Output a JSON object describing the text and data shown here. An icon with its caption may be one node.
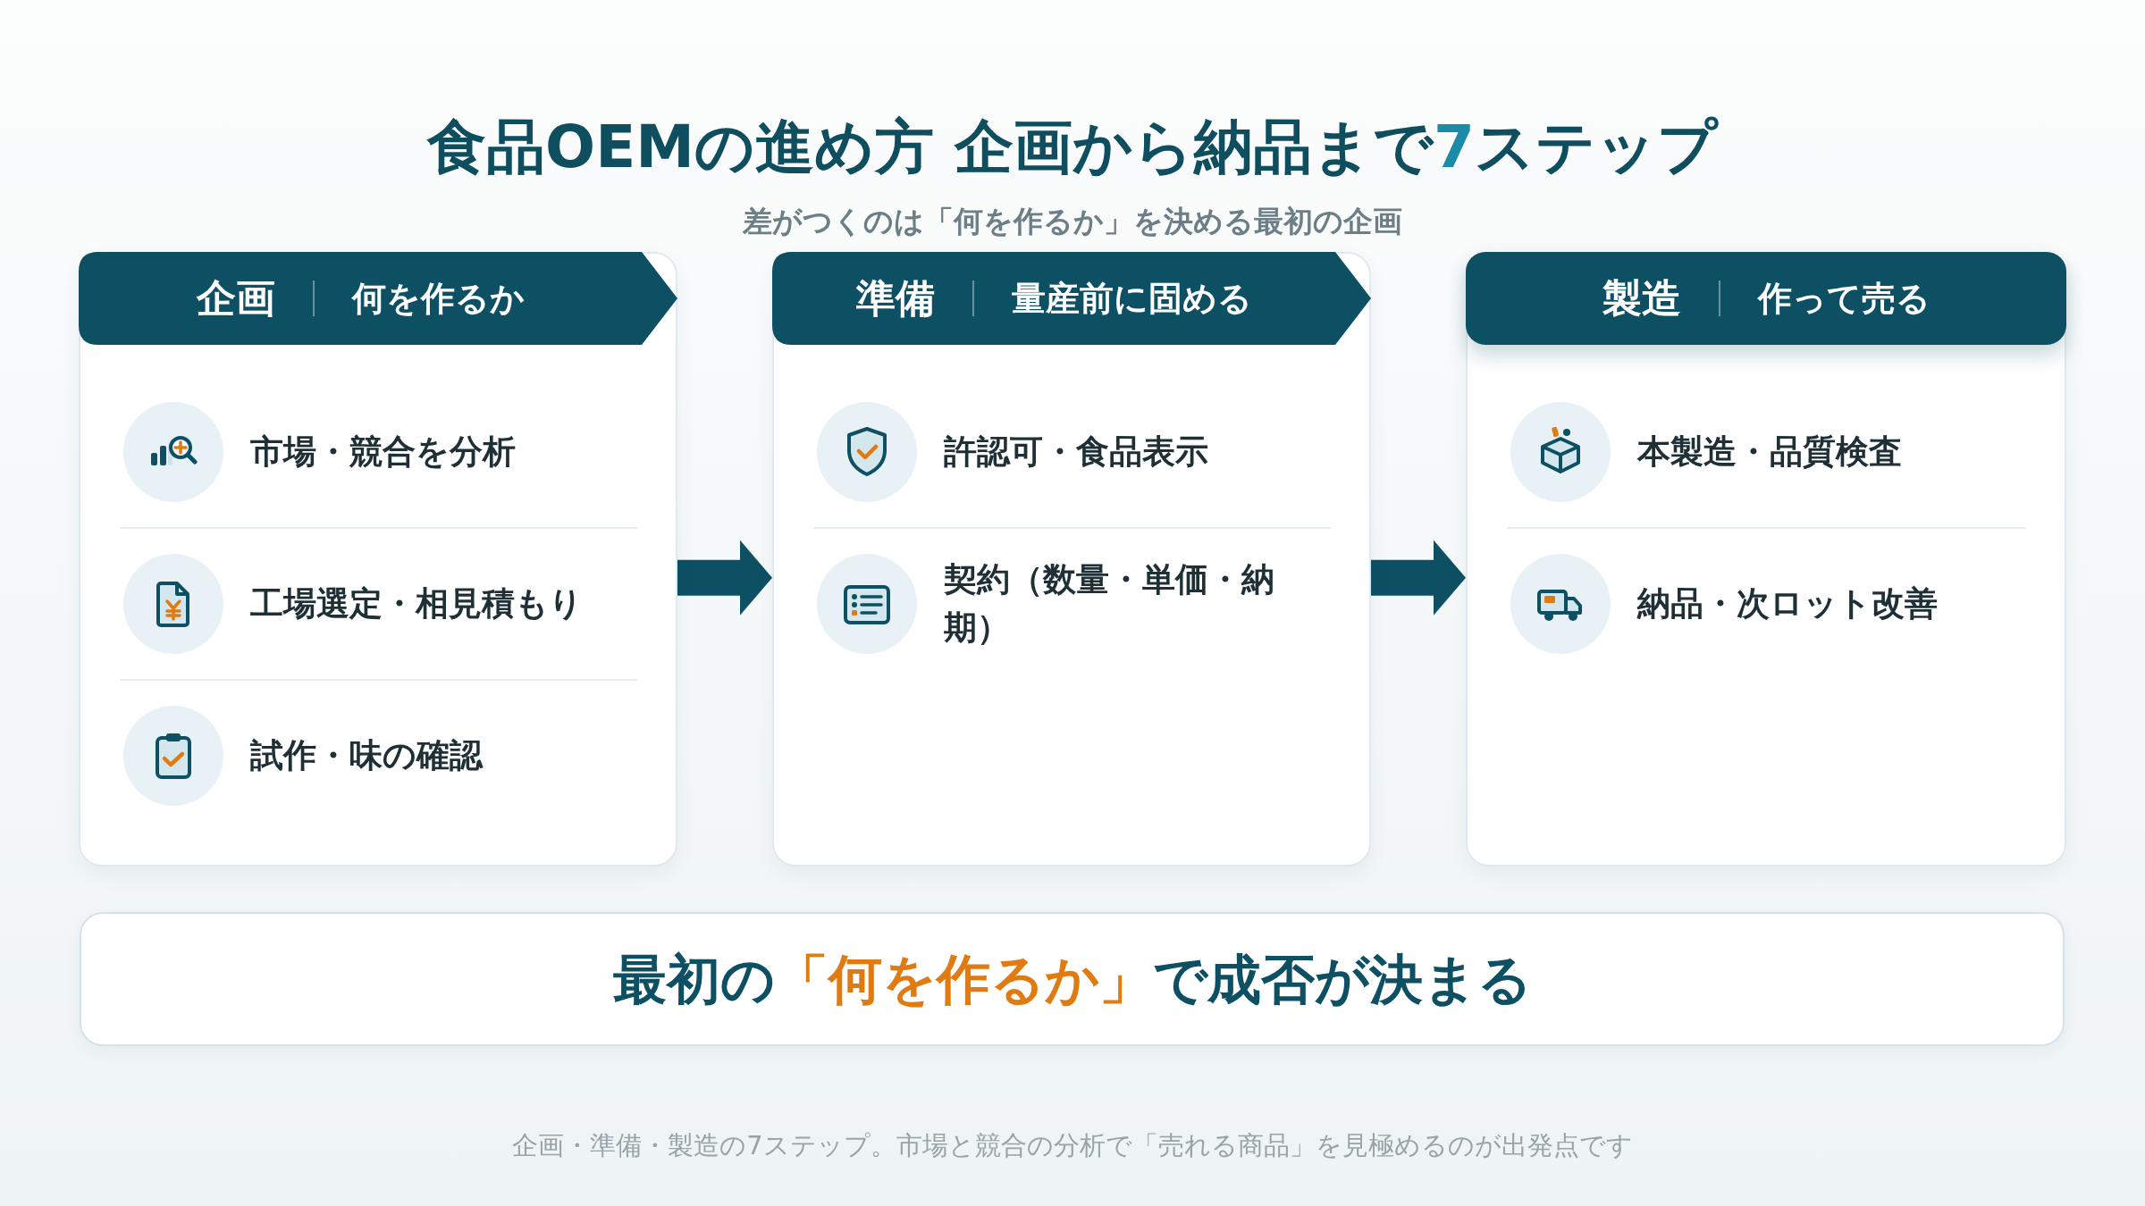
{
  "diagram": {
    "title": "食品OEMの進め方 企画から納品まで**7**ステップ",
    "caption": "企画・準備・製造の7ステップ。市場と競合の分析で「売れる商品」を見極めるのが出発点です",
    "nodes": [
      {
        "text": [
          "企画",
          "何を作るか",
          "市場・競合を分析",
          "工場選定・相見積もり",
          "試作・味の確認"
        ]
      },
      {
        "text": [
          "準備",
          "量産前に固める",
          "許認可・食品表示",
          "契約（数量・単価・納期）"
        ]
      },
      {
        "text": [
          "製造",
          "作って売る",
          "本製造・品質検査",
          "納品・次ロット改善"
        ]
      },
      {
        "text": [
          "最初の**「何を作るか」**で成否が決まる"
        ]
      }
    ],
    "edges": [
      {
        "from": 0,
        "to": 1,
        "arrow": "to"
      },
      {
        "from": 1,
        "to": 2,
        "arrow": "to"
      }
    ],
    "labels": [
      "差がつくのは「何を作るか」を決める最初の企画"
    ]
  }
}
